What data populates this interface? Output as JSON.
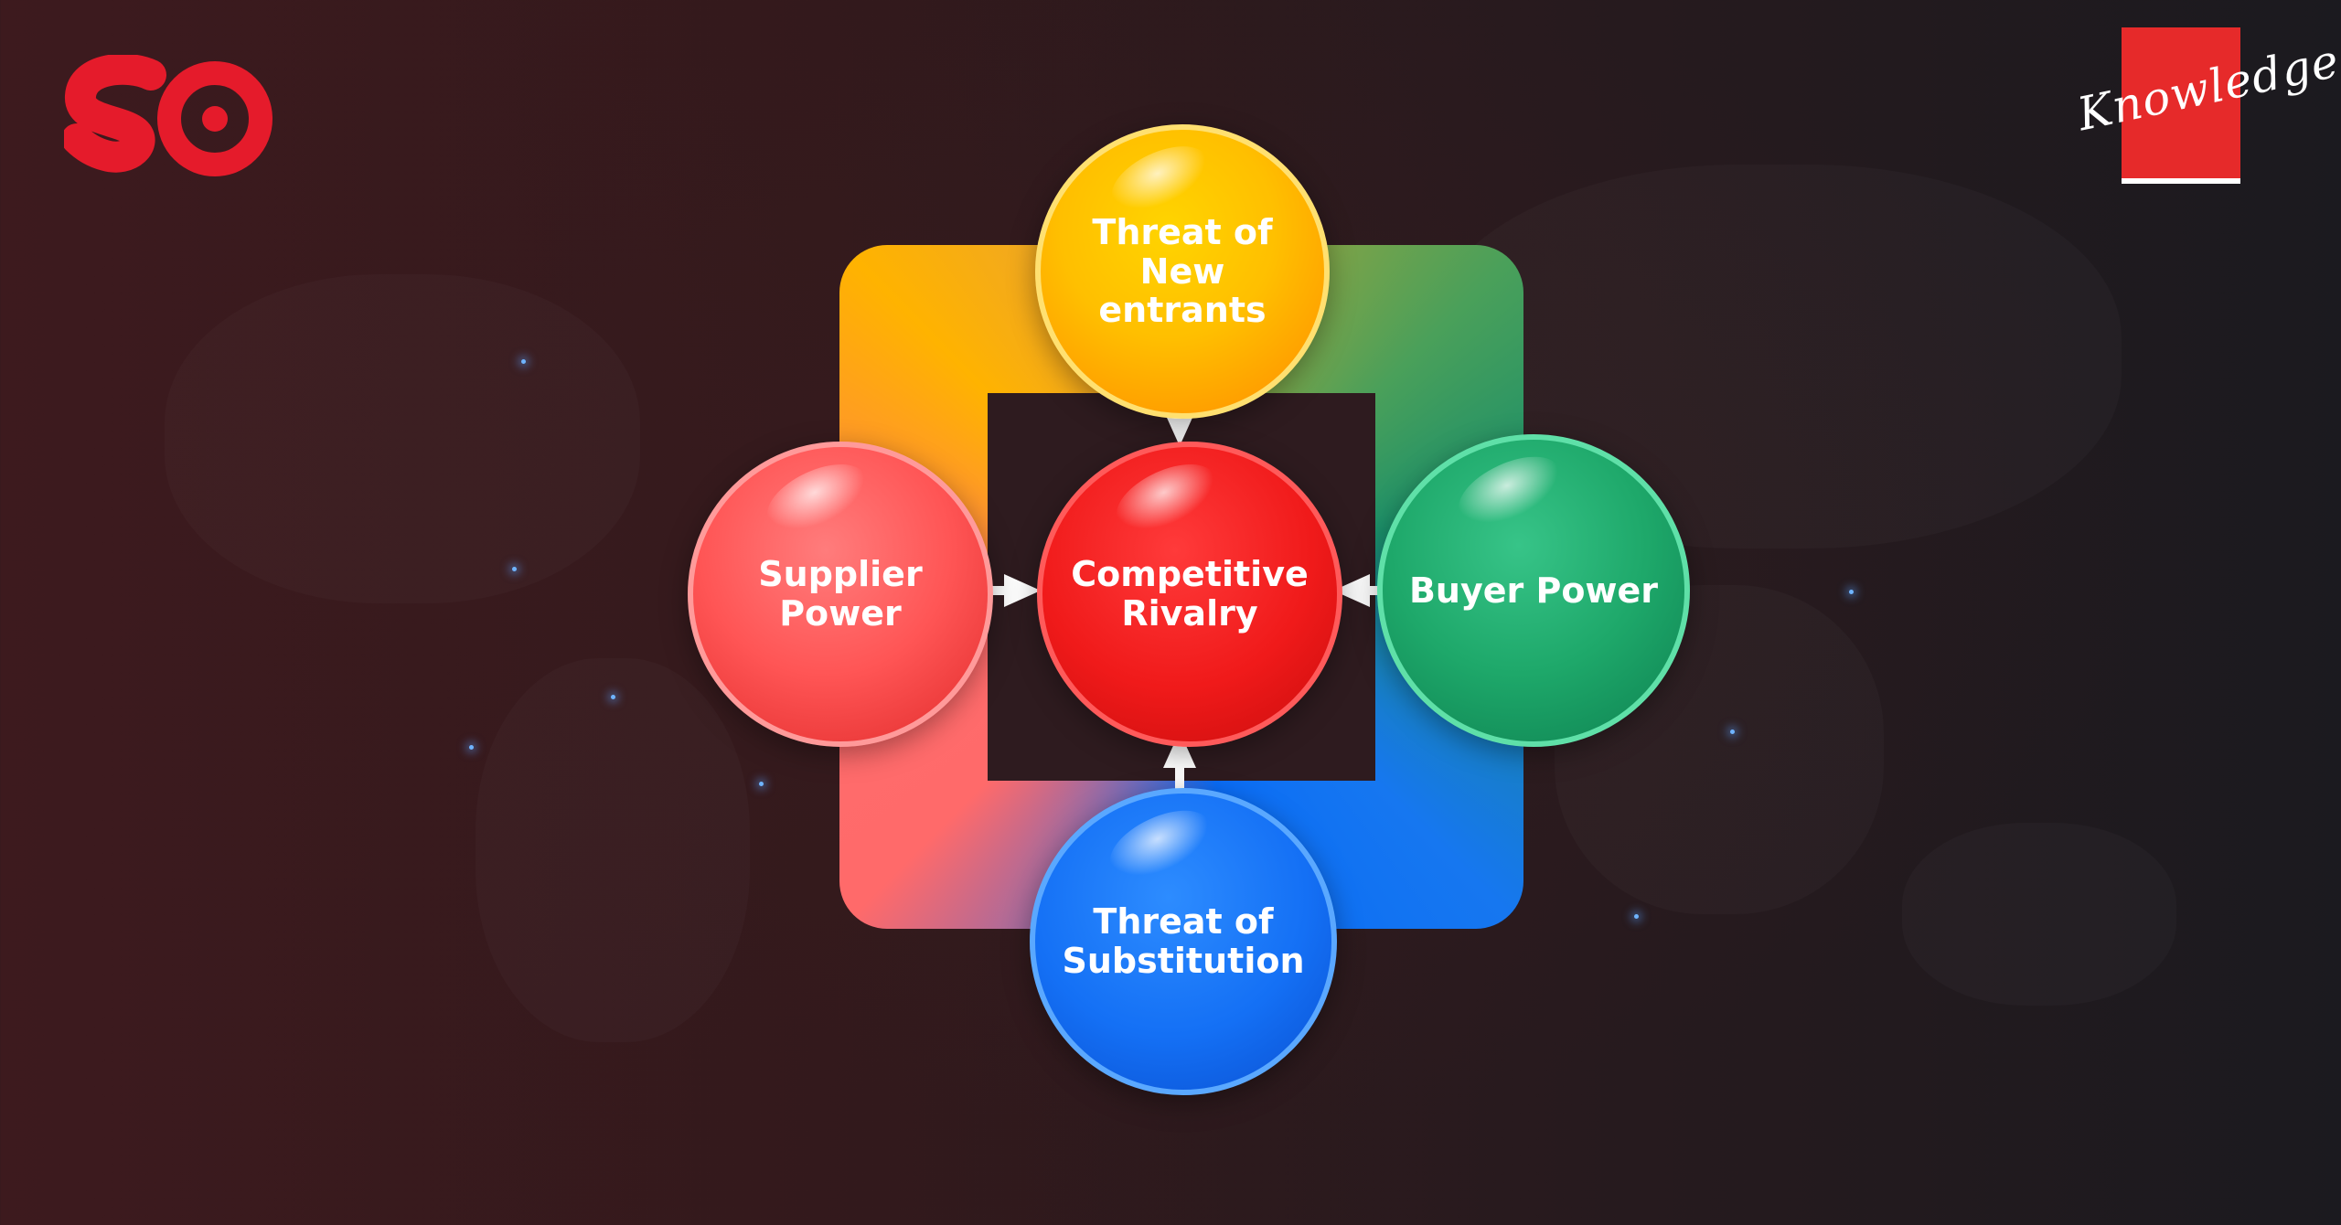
{
  "brand": {
    "logo_text": "SO",
    "badge_text": "Knowledge."
  },
  "diagram": {
    "center": {
      "label": "Competitive Rivalry",
      "color": "#f01a1a"
    },
    "top": {
      "label": "Threat of New entrants",
      "color": "#ffbf00"
    },
    "left": {
      "label": "Supplier Power",
      "color": "#ff5555"
    },
    "right": {
      "label": "Buyer Power",
      "color": "#1ea86a"
    },
    "bottom": {
      "label": "Threat of Substitution",
      "color": "#1470f5"
    }
  },
  "colors": {
    "background": "#33191c",
    "accent_red": "#e62a2a"
  }
}
